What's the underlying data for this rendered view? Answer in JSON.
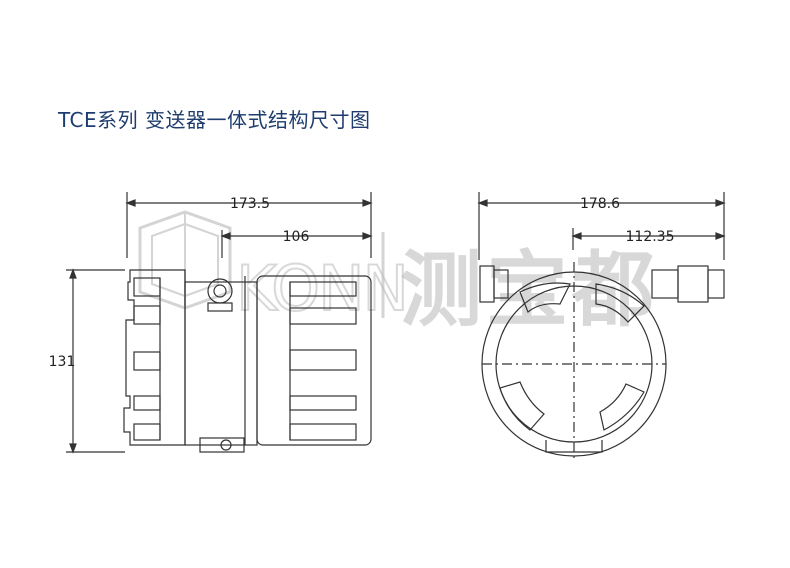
{
  "title": "TCE系列  变送器一体式结构尺寸图",
  "dimensions": {
    "side_total_width": "173.5",
    "side_partial_width": "106",
    "side_height": "131",
    "front_total_width": "178.6",
    "front_partial_width": "112.35"
  },
  "watermark": {
    "latin": "KONN",
    "chinese": "测宝都"
  },
  "colors": {
    "title": "#1e3c6e",
    "line": "#333333",
    "watermark": "#b9b9b9"
  }
}
